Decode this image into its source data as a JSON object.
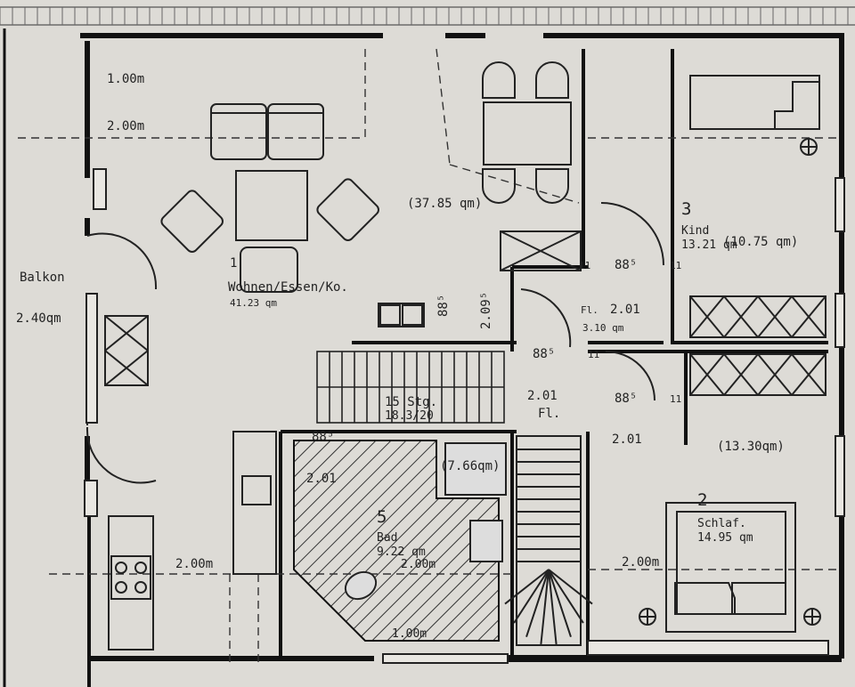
{
  "plan": {
    "rooms": {
      "living": {
        "number": "1",
        "name": "Wohnen/Essen/Ko.",
        "area": "41.23 qm"
      },
      "dining_area": "(37.85 qm)",
      "kind": {
        "number": "3",
        "name": "Kind",
        "area": "13.21 qm",
        "alt_area": "(10.75 qm)"
      },
      "schlaf": {
        "number": "2",
        "name": "Schlaf.",
        "area": "14.95 qm",
        "alt_area": "(13.30qm)"
      },
      "bad": {
        "number": "5",
        "name": "Bad",
        "area": "9.22 qm",
        "alt_area": "(7.66qm)"
      },
      "balkon": {
        "name": "Balkon",
        "area": "2.40qm"
      }
    },
    "stairs": {
      "label": "15 Stg.",
      "ratio": "18.3/20"
    },
    "dimensions": {
      "d_1_00m_top": "1.00m",
      "d_2_00m_top": "2.00m",
      "d_2_00m_kitchen": "2.00m",
      "d_2_00m_bad": "2.00m",
      "d_2_00m_schlaf": "2.00m",
      "d_1_00m_bad": "1.00m",
      "d_88_kind": "88⁵",
      "d_88_stair": "88⁵",
      "d_88_hall": "88⁵",
      "d_88_bad": "88⁵",
      "d_88_schlaf": "88⁵",
      "d_2_01_kind": "2.01",
      "d_2_01_hall": "2.01",
      "d_2_01_schlaf": "2.01",
      "d_2_09_stair": "2.09⁵",
      "d_2_01_bad": "2.01",
      "d_3_10": "3.10 qm",
      "d_11_a": "11",
      "d_11_b": "11",
      "d_11_c": "11",
      "d_11_d": "11",
      "d_fl_a": "Fl.",
      "d_fl_b": "Fl."
    }
  }
}
